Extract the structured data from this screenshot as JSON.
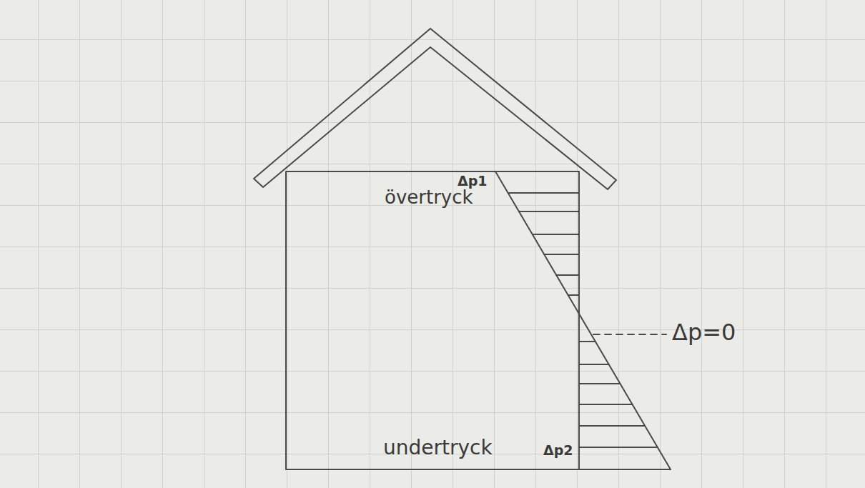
{
  "diagram": {
    "labels": [
      "Δp1",
      "övertryck",
      "Δp=0",
      "undertryck",
      "Δp2"
    ]
  }
}
